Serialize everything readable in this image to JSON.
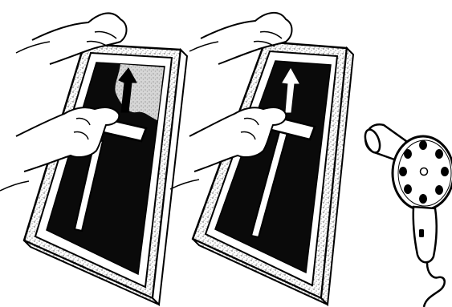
{
  "scene": {
    "panels": [
      {
        "name": "screen-coating-step",
        "icon": "hands-with-squeegee-on-screen-frame"
      },
      {
        "name": "screen-coated-step",
        "icon": "hands-holding-coated-screen-frame"
      },
      {
        "name": "drying-step",
        "icon": "hair-dryer"
      }
    ]
  },
  "colors": {
    "ink": "#000000",
    "paper": "#ffffff",
    "wood_texture": "#8a8a8a",
    "emulsion_smudge": "#b8b8b8",
    "emulsion_dark": "#0a0a0a"
  }
}
